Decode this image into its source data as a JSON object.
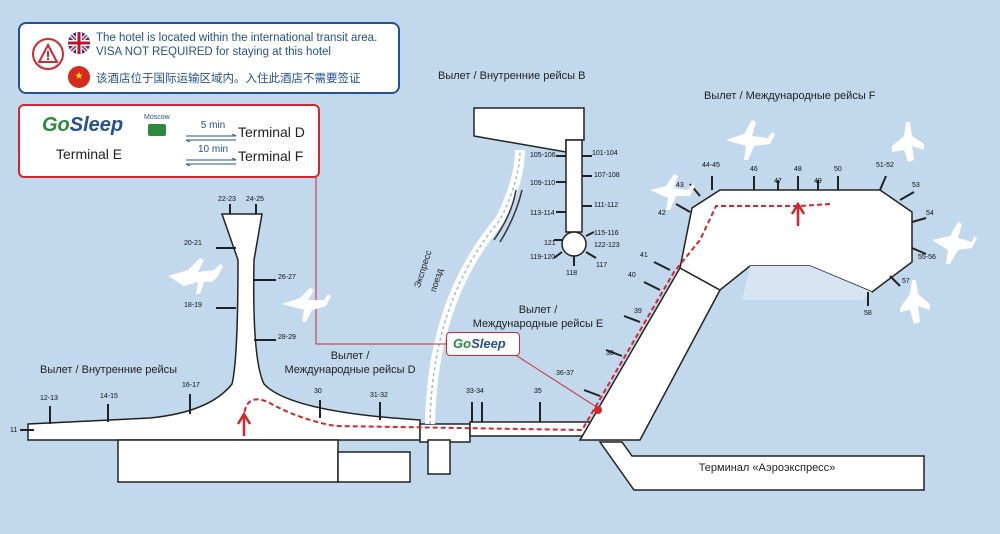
{
  "notice": {
    "line_en_1": "The hotel is located within the international transit area.",
    "line_en_2": "VISA NOT REQUIRED for staying at this hotel",
    "line_cn": "该酒店位于国际运输区域内。入住此酒店不需要签证",
    "icons": [
      "warning-icon",
      "uk-flag-icon",
      "china-flag-icon"
    ]
  },
  "gosleep_box": {
    "logo_go": "Go",
    "logo_sleep": "Sleep",
    "logo_city": "Moscow",
    "origin": "Terminal E",
    "routes": [
      {
        "time": "5 min",
        "destination": "Terminal D"
      },
      {
        "time": "10 min",
        "destination": "Terminal F"
      }
    ]
  },
  "hotel_marker": {
    "logo_go": "Go",
    "logo_sleep": "Sleep"
  },
  "labels": {
    "terminal_b": "Вылет / Внутренние рейсы B",
    "terminal_f": "Вылет / Международные рейсы F",
    "terminal_e_1": "Вылет /",
    "terminal_e_2": "Международные рейсы E",
    "terminal_d_1": "Вылет /",
    "terminal_d_2": "Международные рейсы D",
    "domestic": "Вылет / Внутренние рейсы",
    "express_1": "Экспресс",
    "express_2": "поезд",
    "aeroexpress": "Терминал «Аэроэкспресс»"
  },
  "gates": {
    "d": [
      "11",
      "12-13",
      "14-15",
      "16-17",
      "18-19",
      "20-21",
      "22-23",
      "24-25",
      "26-27",
      "28-29",
      "30",
      "31-32"
    ],
    "e": [
      "33-34",
      "35",
      "36-37",
      "38",
      "39",
      "40",
      "41"
    ],
    "f": [
      "42",
      "43",
      "44-45",
      "46",
      "47",
      "48",
      "49",
      "50",
      "51-52",
      "53",
      "54",
      "55-56",
      "57",
      "58"
    ],
    "b": [
      "101-104",
      "105-106",
      "107-108",
      "109-110",
      "111-112",
      "113-114",
      "115-116",
      "117",
      "118",
      "119-120",
      "121",
      "122-123"
    ]
  },
  "colors": {
    "route": "#d3262e",
    "building": "#ffffff",
    "sea": "#c2d8ec",
    "brand_blue": "#24518f",
    "brand_green": "#2b8a3e"
  }
}
